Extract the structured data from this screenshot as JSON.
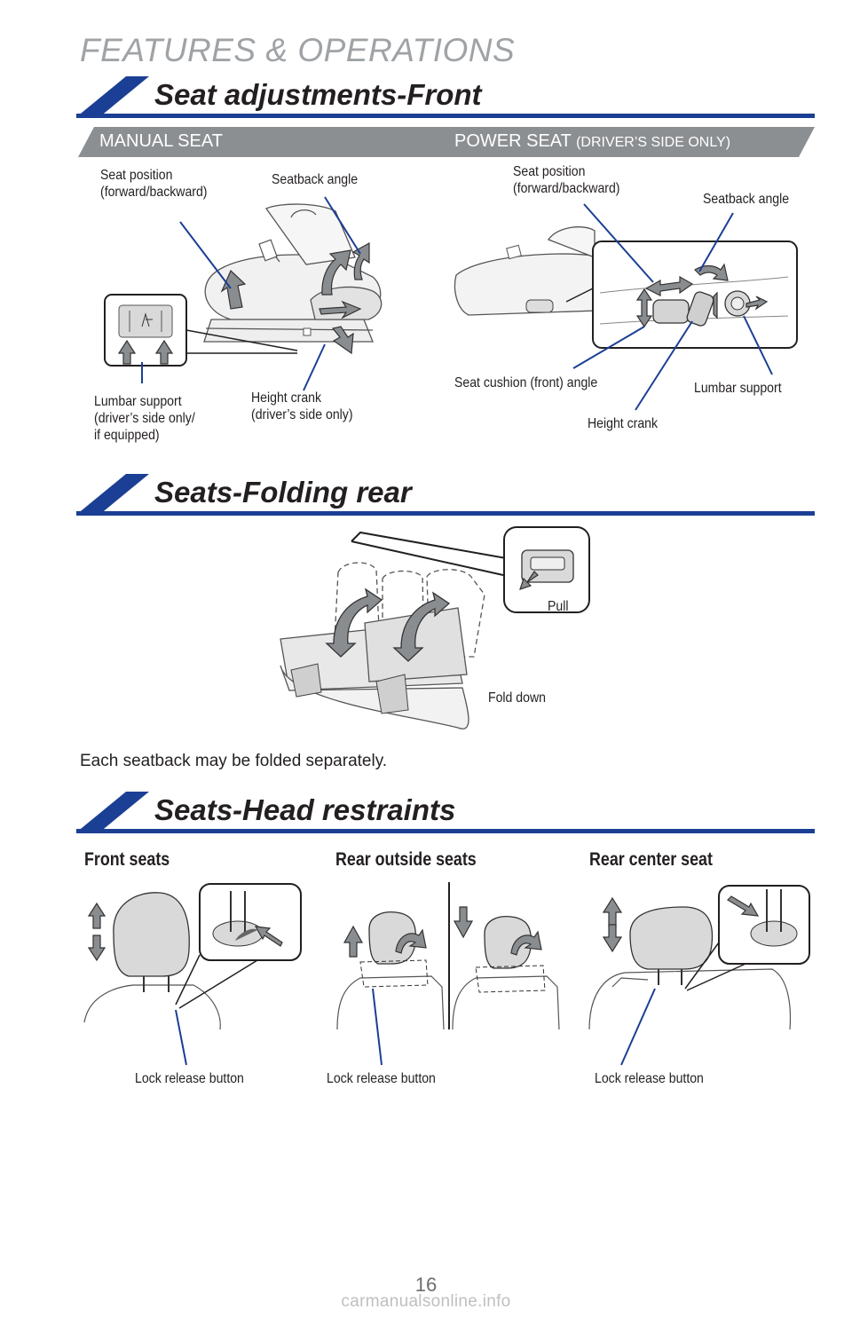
{
  "page": {
    "header": "FEATURES & OPERATIONS",
    "page_number": "16",
    "watermark": "carmanualsonline.info"
  },
  "sections": {
    "seat_adjustments": {
      "title": "Seat adjustments-Front",
      "manual_seat": {
        "heading": "MANUAL SEAT",
        "labels": {
          "seat_position": "Seat position\n(forward/backward)",
          "seatback_angle": "Seatback angle",
          "lumbar_support": "Lumbar support\n(driver’s side only/\nif equipped)",
          "height_crank": "Height crank\n(driver’s side only)"
        }
      },
      "power_seat": {
        "heading": "POWER SEAT",
        "heading_note": "(DRIVER’S SIDE ONLY)",
        "labels": {
          "seat_position": "Seat position\n(forward/backward)",
          "seatback_angle": "Seatback angle",
          "seat_cushion_angle": "Seat cushion (front) angle",
          "lumbar_support": "Lumbar support",
          "height_crank": "Height crank"
        }
      }
    },
    "folding_rear": {
      "title": "Seats-Folding rear",
      "labels": {
        "pull": "Pull",
        "fold_down": "Fold down"
      },
      "caption": "Each seatback may be folded separately."
    },
    "head_restraints": {
      "title": "Seats-Head restraints",
      "front_seats": {
        "heading": "Front seats",
        "lock_label": "Lock release button"
      },
      "rear_outside_seats": {
        "heading": "Rear outside seats",
        "lock_label": "Lock release button"
      },
      "rear_center_seat": {
        "heading": "Rear center seat",
        "lock_label": "Lock release button"
      }
    }
  },
  "colors": {
    "accent_blue": "#1b3f94",
    "header_gray": "#9fa3a6",
    "subhead_gray": "#8c8f92",
    "arrow_gray": "#8a8d90"
  }
}
